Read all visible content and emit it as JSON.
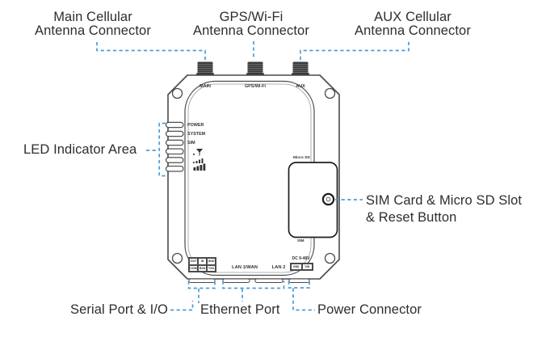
{
  "callouts": {
    "top": [
      "Main Cellular\nAntenna  Connector",
      "GPS/Wi-Fi\nAntenna Connector",
      "AUX Cellular\nAntenna Connector"
    ],
    "left": "LED Indicator Area",
    "right": "SIM Card & Micro SD Slot\n& Reset Button",
    "bottom": [
      "Serial Port & I/O",
      "Ethernet Port",
      "Power Connector"
    ]
  },
  "device": {
    "antenna_labels": [
      "MAIN",
      "GPS/Wi-Fi",
      "AUX"
    ],
    "led_labels": [
      "POWER",
      "SYSTEM",
      "SIM"
    ],
    "led_icons": [
      "cellular-antenna-icon",
      "signal-strength-small-icon",
      "signal-strength-large-icon"
    ],
    "slot_labels": {
      "top": "Micro SD",
      "bottom": "SIM"
    },
    "ethernet_labels": [
      "LAN 1/WAN",
      "LAN 2"
    ],
    "serial_io_pins": [
      [
        "OUT",
        "IN",
        "GND"
      ],
      [
        "COM",
        "RXD",
        "TXD"
      ]
    ],
    "power_label": "DC 9-48V",
    "power_pins": [
      "GND",
      "VIN"
    ]
  },
  "colors": {
    "leader_blue": "#4E9CD3",
    "label_text": "#2E2E2E",
    "device_line": "#4A4A4A"
  }
}
